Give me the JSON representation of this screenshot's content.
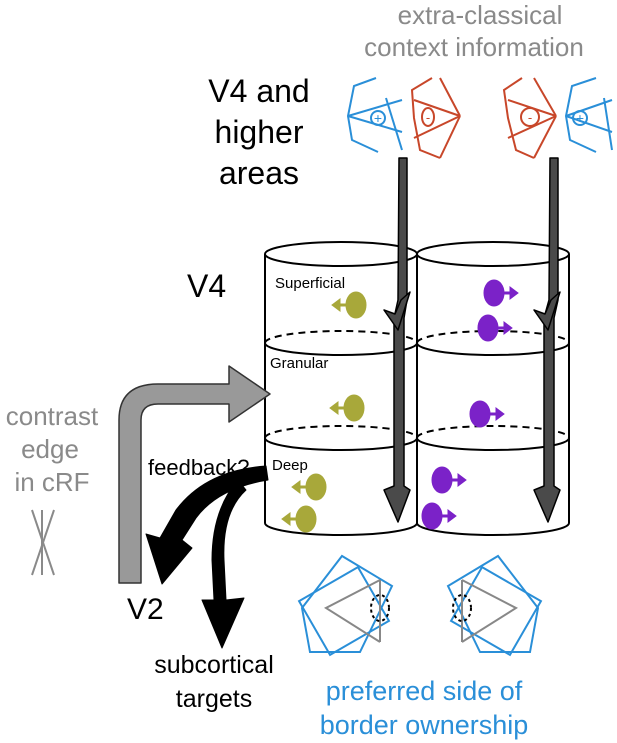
{
  "labels": {
    "extra_line1": "extra-classical",
    "extra_line2": "context information",
    "higher_line1": "V4 and",
    "higher_line2": "higher",
    "higher_line3": "areas",
    "v4": "V4",
    "superficial": "Superficial",
    "granular": "Granular",
    "deep": "Deep",
    "contrast_line1": "contrast",
    "contrast_line2": "edge",
    "contrast_line3": "in cRF",
    "feedback": "feedback?",
    "v2": "V2",
    "subcortical_line1": "subcortical",
    "subcortical_line2": "targets",
    "preferred_line1": "preferred side of",
    "preferred_line2": "border ownership"
  },
  "rf_signs": {
    "excitatory": "+",
    "inhibitory": "-"
  },
  "colors": {
    "excitatory": "#2a8fd8",
    "inhibitory": "#c8472a",
    "left_neuron": "#a8a83a",
    "right_neuron": "#7b22c8",
    "gray_arrow": "#999999",
    "dark_arrow": "#4a4a4a",
    "text_gray": "#8a8a8a",
    "text_blue": "#2a8fd8"
  }
}
